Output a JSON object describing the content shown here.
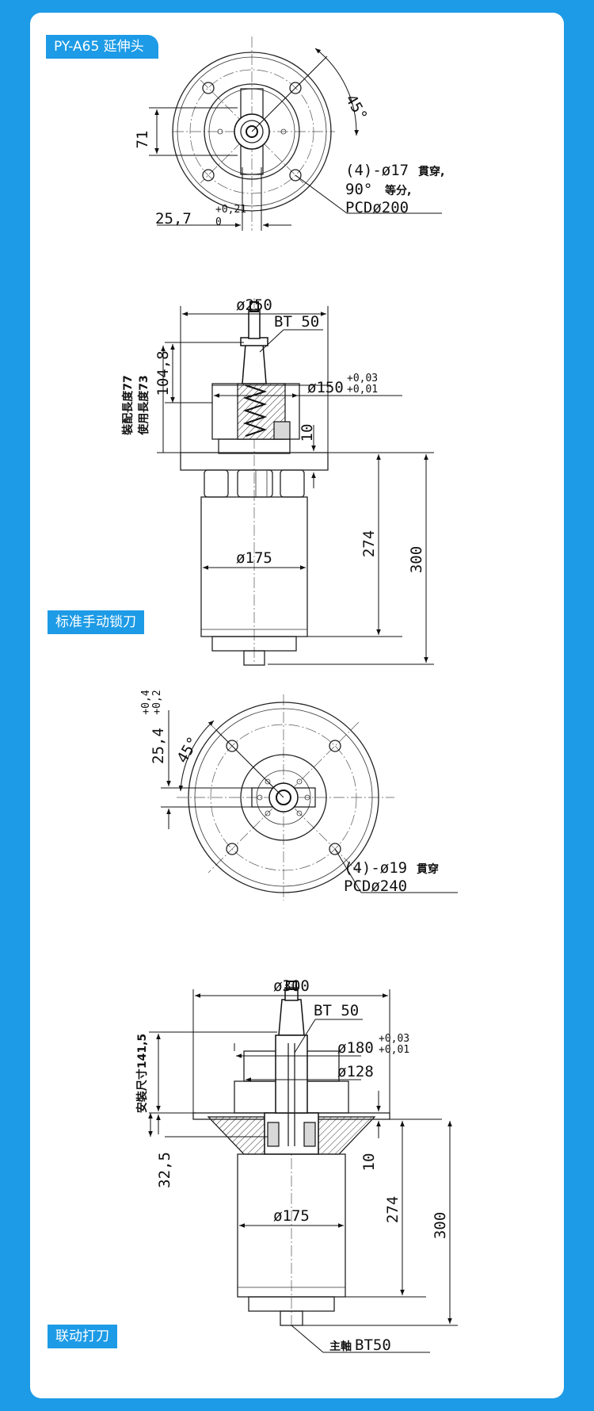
{
  "tags": {
    "title": "PY-A65 延伸头",
    "standard": "标准手动锁刀",
    "linked": "联动打刀"
  },
  "view1": {
    "angle": "45°",
    "dim_71": "71",
    "dim_25_7": "25,7",
    "tol_25_7_upper": "+0,21",
    "tol_25_7_lower": "0",
    "holes_line1": "(4)-ø17",
    "holes_line1_cn": "貫穿,",
    "holes_line2": "90°",
    "holes_line2_cn": "等分,",
    "pcd": "PCDø200"
  },
  "view2": {
    "dia_250": "ø250",
    "bt": "BT 50",
    "dim_104_8": "104,8",
    "dia_150": "ø150",
    "tol_150_upper": "+0,03",
    "tol_150_lower": "+0,01",
    "assembly_length": "裝配長度77",
    "use_length": "使用長度73",
    "dim_10": "10",
    "dim_274": "274",
    "dim_300": "300",
    "dia_175": "ø175"
  },
  "view3": {
    "dim_25_4": "25,4",
    "tol_25_4_upper": "+0,4",
    "tol_25_4_lower": "+0,2",
    "angle": "45°",
    "holes": "(4)-ø19",
    "holes_cn": "貫穿",
    "pcd": "PCDø240"
  },
  "view4": {
    "dia_300": "ø300",
    "bt": "BT 50",
    "dia_180": "ø180",
    "tol_180_upper": "+0,03",
    "tol_180_lower": "+0,01",
    "dia_128": "ø128",
    "mount_size": "安裝尺寸141,5",
    "dim_32_5": "32,5",
    "dim_10": "10",
    "dim_274": "274",
    "dim_300": "300",
    "dia_175": "ø175",
    "spindle_cn": "主軸",
    "spindle_bt": "BT50"
  }
}
